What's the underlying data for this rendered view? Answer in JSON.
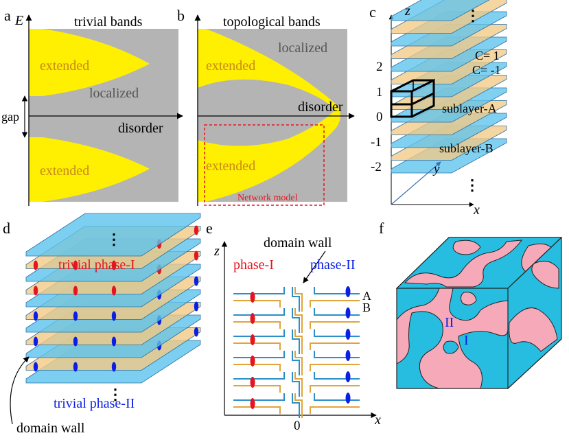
{
  "colors": {
    "gray": "#b4b4b4",
    "yellow": "#ffef00",
    "blue": "#5cc3ee",
    "tan": "#f2c985",
    "olive": "#aeb57e",
    "red_marker": "#e6141e",
    "blue_marker": "#0a1ee6",
    "red_dash": "#e6141e",
    "pink": "#f6a9b8",
    "cyan": "#26bde0"
  },
  "panel_a": {
    "label": "a",
    "energy_axis": "E",
    "title": "trivial bands",
    "extended_top": "extended",
    "localized": "localized",
    "gap": "gap",
    "disorder": "disorder",
    "extended_bottom": "extended"
  },
  "panel_b": {
    "label": "b",
    "title": "topological bands",
    "localized": "localized",
    "extended_top": "extended",
    "disorder": "disorder",
    "extended_bottom": "extended",
    "network_model": "Network model"
  },
  "panel_c": {
    "label": "c",
    "z_axis": "z",
    "x_axis": "x",
    "y_axis": "y",
    "dots": "⋮",
    "ticks": [
      "2",
      "1",
      "0",
      "-1",
      "-2"
    ],
    "chern_plus": "C= 1",
    "chern_minus": "C= -1",
    "sublayer_a": "sublayer-A",
    "sublayer_b": "sublayer-B"
  },
  "panel_d": {
    "label": "d",
    "phase_one": "trivial phase-I",
    "phase_two": "trivial phase-II",
    "domain_wall": "domain wall"
  },
  "panel_e": {
    "label": "e",
    "z_axis": "z",
    "x_axis": "x",
    "domain_wall": "domain wall",
    "phase_one": "phase-I",
    "phase_two": "phase-II",
    "sub_a": "A",
    "sub_b": "B",
    "origin": "0"
  },
  "panel_f": {
    "label": "f",
    "region_two": "II",
    "region_one": "I"
  }
}
